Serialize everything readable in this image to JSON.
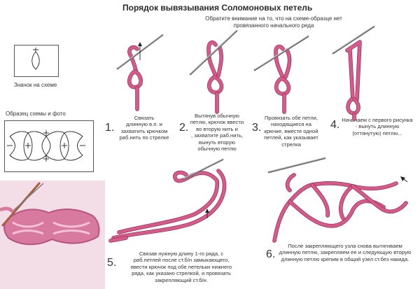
{
  "title": "Порядок вывязывания Соломоновых петель",
  "note": "Обратите внимание  на то, что на схеме-образце нет провязанного начального ряда",
  "symbol_caption": "Значок на схеме",
  "sample_caption": "Образец схемы и фото",
  "steps": [
    {
      "num": "1.",
      "text": "Связать\nдлинную в.п. и\nзахватить крючком\nраб.нить по стрелке"
    },
    {
      "num": "2.",
      "text": "Вытянув обычную\nпетлю, крючок ввести\nво вторую нить и\n, захватите раб.нить,\nвынуть вторую\nобычную петлю"
    },
    {
      "num": "3.",
      "text": "Провязать обе петли,\nнаходящиеся на\nкрючке, вместе одной\nпетлей, как указывает\nстрелка"
    },
    {
      "num": "4.",
      "text": "Начинаем с первого рисунка\n- вынуть  длинную\n(оттянутую) петлю..."
    },
    {
      "num": "5.",
      "text": "Связав нужную длину 1-го ряда, с\nраб.петлей после ст.б/н замыкающего,\nввести крючок под обе петельки нижнего\nряда, как указано стрелкой, и провязать\nзакрепляющий ст.б/н."
    },
    {
      "num": "6.",
      "text": "После закрепляющего узла снова вытягиваем\nдлинную петлю, закрепляем ее и следующую вторую\nдлинную петлю крепим в общий узел ст.без накида."
    }
  ],
  "colors": {
    "yarn": "#d65a8a",
    "yarn_dark": "#8e2f56",
    "hook": "#6a6a6a",
    "photo_bg": "#f3dde6"
  }
}
